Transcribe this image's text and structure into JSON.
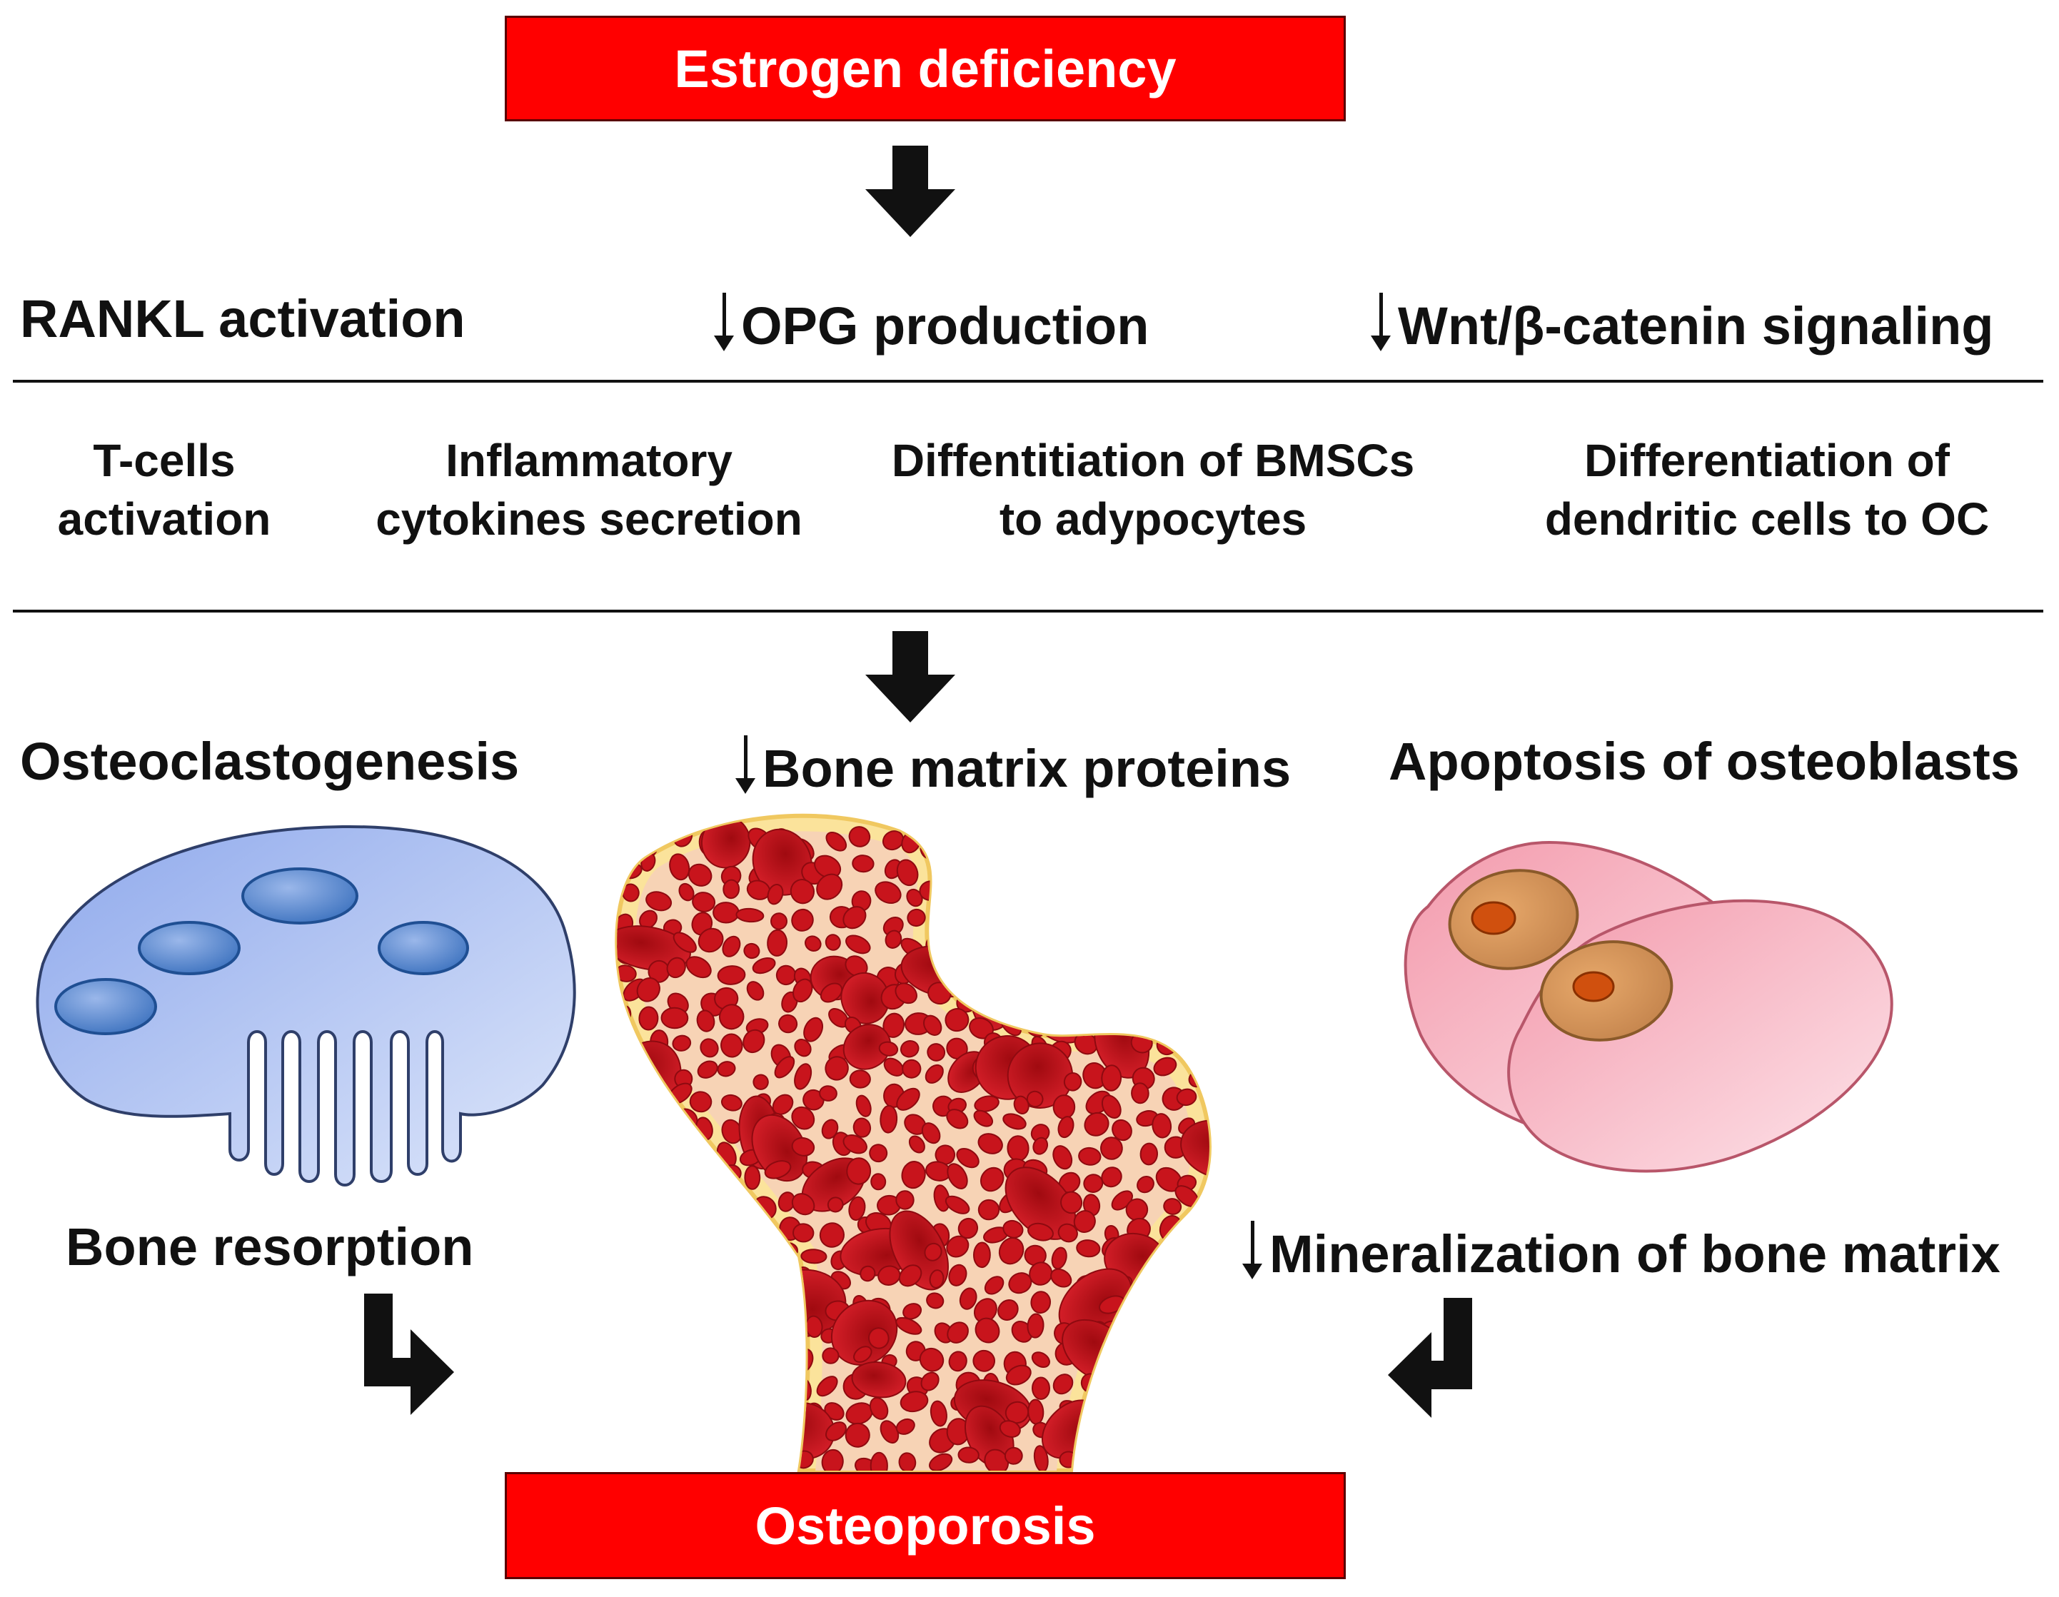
{
  "top_box": {
    "label": "Estrogen deficiency",
    "color": "#ff0000"
  },
  "bottom_box": {
    "label": "Osteoporosis",
    "color": "#ff0000"
  },
  "row1": {
    "rankl": "RANKL activation",
    "opg": "OPG production",
    "wnt": "Wnt/β-catenin signaling"
  },
  "row2": {
    "tcells": [
      "T-cells",
      "activation"
    ],
    "cytokines": [
      "Inflammatory",
      "cytokines secretion"
    ],
    "bmsc": [
      "Diffentitiation of BMSCs",
      "to adypocytes"
    ],
    "dendritic": [
      "Differentiation of",
      "dendritic cells to OC"
    ]
  },
  "row3": {
    "osteoclastogenesis": "Osteoclastogenesis",
    "matrix": "Bone matrix proteins",
    "apoptosis": "Apoptosis of osteoblasts"
  },
  "row4": {
    "resorption": "Bone resorption",
    "mineralization": "Mineralization of bone matrix"
  },
  "icons": [
    "down-arrow-icon",
    "osteoclast-icon",
    "trabecular-bone-icon",
    "osteoblast-cells-icon",
    "bent-arrow-icon"
  ],
  "colors": {
    "osteoclast": "#a9bff0",
    "bone_marrow": "#c8141c",
    "bone_cortex": "#fce49a",
    "osteoblast": "#f7b8c4"
  }
}
